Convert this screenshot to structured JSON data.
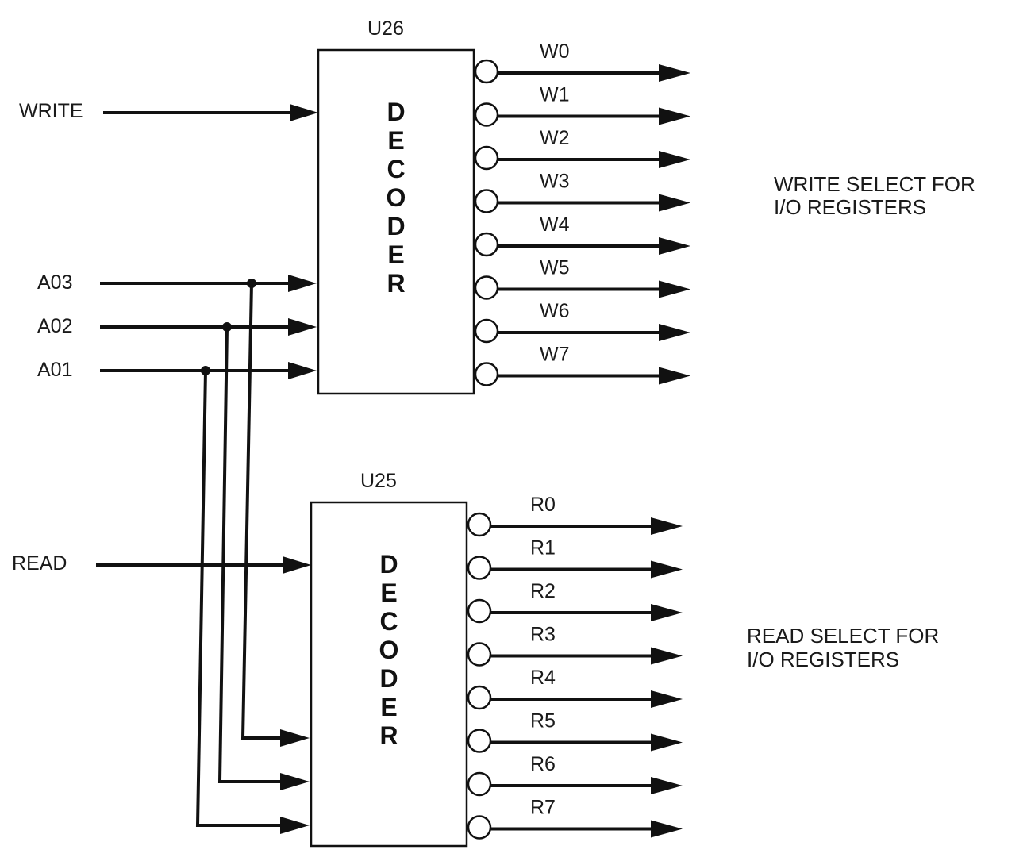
{
  "decoders": [
    {
      "ref": "U26",
      "title": "DECODER",
      "enable_input": "WRITE",
      "outputs": [
        "W0",
        "W1",
        "W2",
        "W3",
        "W4",
        "W5",
        "W6",
        "W7"
      ],
      "note_lines": [
        "WRITE SELECT FOR",
        "I/O REGISTERS"
      ]
    },
    {
      "ref": "U25",
      "title": "DECODER",
      "enable_input": "READ",
      "outputs": [
        "R0",
        "R1",
        "R2",
        "R3",
        "R4",
        "R5",
        "R6",
        "R7"
      ],
      "note_lines": [
        "READ SELECT FOR",
        "I/O REGISTERS"
      ]
    }
  ],
  "address_inputs": [
    "A03",
    "A02",
    "A01"
  ]
}
